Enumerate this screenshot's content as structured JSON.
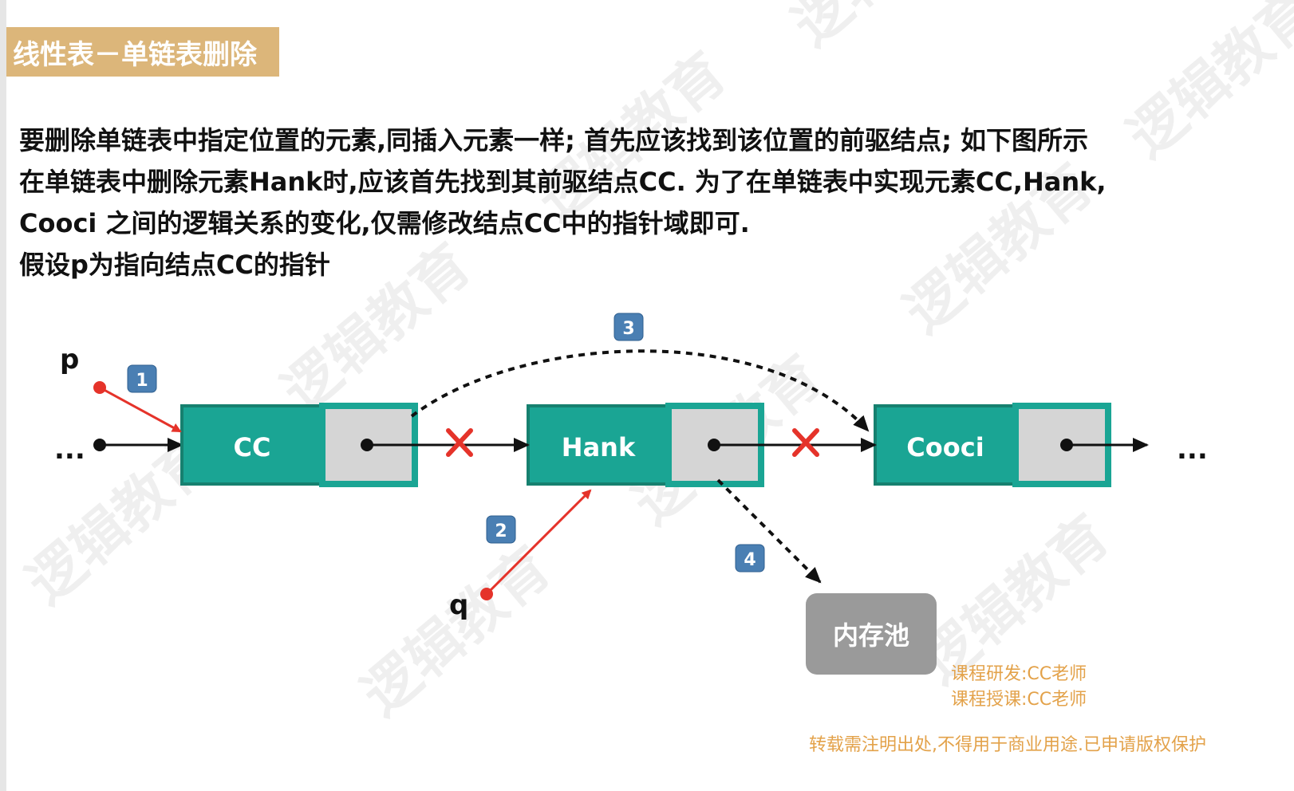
{
  "title": "线性表－单链表删除",
  "description": [
    "要删除单链表中指定位置的元素,同插入元素一样; 首先应该找到该位置的前驱结点; 如下图所示",
    "在单链表中删除元素Hank时,应该首先找到其前驱结点CC. 为了在单链表中实现元素CC,Hank,",
    "Cooci 之间的逻辑关系的变化,仅需修改结点CC中的指针域即可.",
    "假设p为指向结点CC的指针"
  ],
  "diagram": {
    "nodes": [
      "CC",
      "Hank",
      "Cooci"
    ],
    "ellipsis_left": "...",
    "ellipsis_right": "...",
    "pointer_p": "p",
    "pointer_q": "q",
    "memory_pool": "内存池",
    "steps": [
      "1",
      "2",
      "3",
      "4"
    ],
    "colors": {
      "node_fill": "#1aa594",
      "node_border": "#16806f",
      "pointer_field": "#d5d5d5",
      "red_arrow": "#e5332a",
      "badge": "#4a7fb3",
      "memory_pool": "#9a9a9a"
    }
  },
  "watermark": "逻辑教育",
  "credits": [
    "课程研发:CC老师",
    "课程授课:CC老师"
  ],
  "copyright": "转载需注明出处,不得用于商业用途.已申请版权保护"
}
